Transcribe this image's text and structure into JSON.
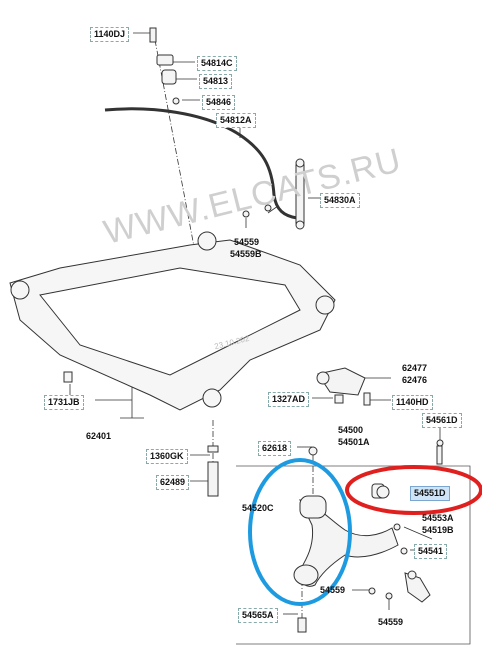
{
  "watermark": "WWW.ELCATS.RU",
  "date_stamp": "23.10.202",
  "colors": {
    "blue_highlight": "#1e9be0",
    "red_highlight": "#e0201e",
    "label_fill": "#cfe4f7"
  },
  "labels": {
    "p1140dj": "1140DJ",
    "p54814c": "54814C",
    "p54813": "54813",
    "p54846": "54846",
    "p54812a": "54812A",
    "p54830a": "54830A",
    "p54559_top": "54559",
    "p54559b": "54559B",
    "p62477": "62477",
    "p62476": "62476",
    "p1327ad": "1327AD",
    "p1140hd": "1140HD",
    "p1731jb": "1731JB",
    "p62401": "62401",
    "p1360gk": "1360GK",
    "p62489": "62489",
    "p62618": "62618",
    "p54500": "54500",
    "p54501a": "54501A",
    "p54561d": "54561D",
    "p54551d": "54551D",
    "p54520c": "54520C",
    "p54553a": "54553A",
    "p54519b": "54519B",
    "p54541": "54541",
    "p54559_mid": "54559",
    "p54559_bot": "54559",
    "p54565a": "54565A"
  }
}
